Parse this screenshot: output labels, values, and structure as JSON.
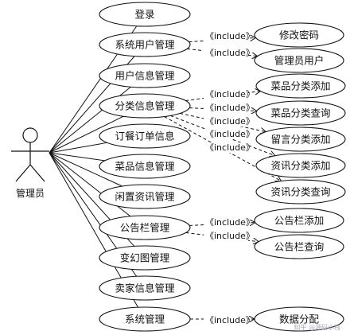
{
  "actor": {
    "name": "管理员"
  },
  "include_label": "《include》",
  "use_cases": [
    {
      "id": "uc1",
      "label": "登录"
    },
    {
      "id": "uc2",
      "label": "系统用户管理"
    },
    {
      "id": "uc3",
      "label": "用户信息管理"
    },
    {
      "id": "uc4",
      "label": "分类信息管理"
    },
    {
      "id": "uc5",
      "label": "订餐订单信息"
    },
    {
      "id": "uc6",
      "label": "菜品信息管理"
    },
    {
      "id": "uc7",
      "label": "闲置资讯管理"
    },
    {
      "id": "uc8",
      "label": "公告栏管理"
    },
    {
      "id": "uc9",
      "label": "变幻图管理"
    },
    {
      "id": "uc10",
      "label": "卖家信息管理"
    },
    {
      "id": "uc11",
      "label": "系统管理"
    }
  ],
  "sub_cases": [
    {
      "id": "s1",
      "label": "修改密码",
      "parent": "uc2"
    },
    {
      "id": "s2",
      "label": "管理员用户",
      "parent": "uc2"
    },
    {
      "id": "s3",
      "label": "菜品分类添加",
      "parent": "uc4"
    },
    {
      "id": "s4",
      "label": "菜品分类查询",
      "parent": "uc4"
    },
    {
      "id": "s5",
      "label": "留言分类添加",
      "parent": "uc4"
    },
    {
      "id": "s6",
      "label": "资讯分类添加",
      "parent": "uc4"
    },
    {
      "id": "s7",
      "label": "资讯分类查询",
      "parent": "uc4"
    },
    {
      "id": "s8",
      "label": "公告栏添加",
      "parent": "uc8"
    },
    {
      "id": "s9",
      "label": "公告栏查询",
      "parent": "uc8"
    },
    {
      "id": "s10",
      "label": "数据分配",
      "parent": "uc11"
    }
  ],
  "watermark": "知乎 @源码小栈"
}
